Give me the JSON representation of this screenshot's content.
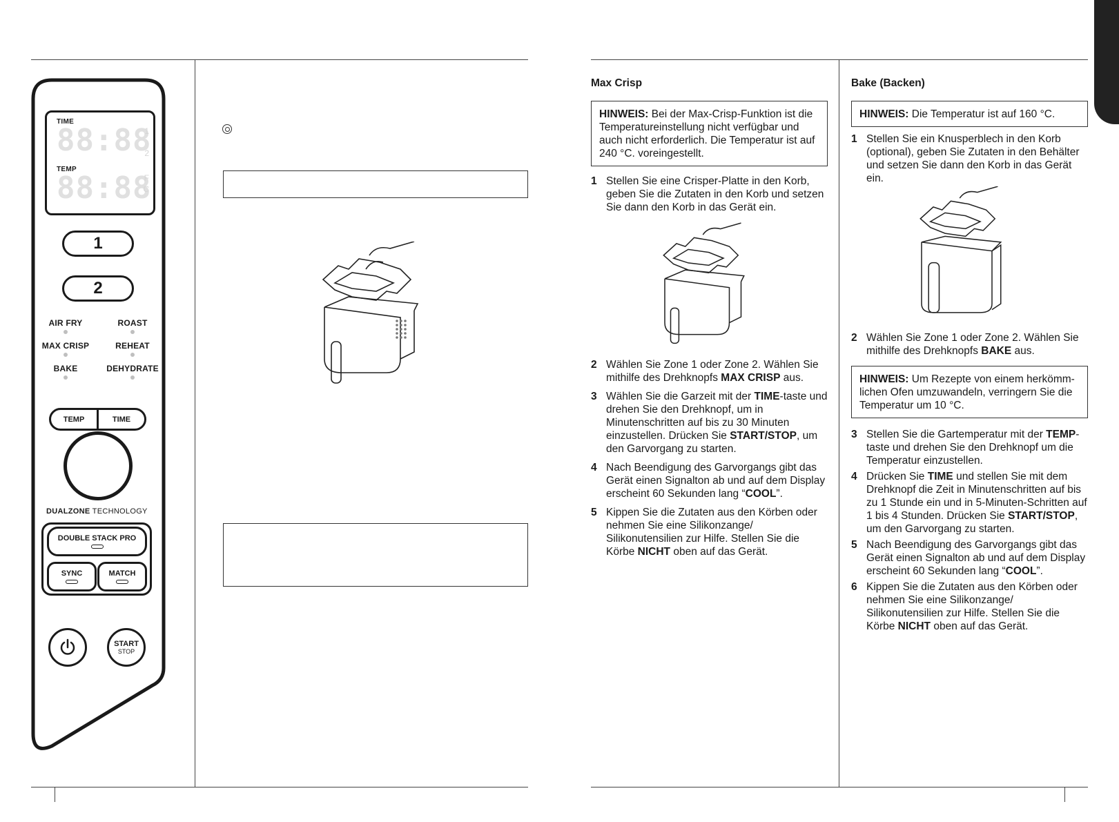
{
  "panel": {
    "time_label": "TIME",
    "temp_label": "TEMP",
    "digits": "88:88",
    "time_side": [
      "1",
      "2"
    ],
    "temp_side": [
      "F",
      "C"
    ],
    "zone1": "1",
    "zone2": "2",
    "functions": {
      "air_fry": "AIR FRY",
      "roast": "ROAST",
      "max_crisp": "MAX CRISP",
      "reheat": "REHEAT",
      "bake": "BAKE",
      "dehydrate": "DEHYDRATE"
    },
    "temp_button": "TEMP",
    "time_button": "TIME",
    "tech_brand": "DUALZONE",
    "tech_word": " TECHNOLOGY",
    "double_stack": "DOUBLE STACK PRO",
    "sync": "SYNC",
    "match": "MATCH",
    "start": "START",
    "stop": "STOP"
  },
  "max_crisp": {
    "heading": "Max Crisp",
    "note_label": "HINWEIS:",
    "note_text": " Bei der Max-Crisp-Funktion ist die Temperatureinstellung nicht verfügbar und auch nicht erforderlich. Die Temperatur ist auf 240 °C. voreingestellt.",
    "step1": "Stellen Sie eine Crisper-Platte in den Korb, geben Sie die Zutaten in den Korb und setzen Sie dann den Korb in das Gerät ein.",
    "step2_a": "Wählen Sie Zone 1 oder Zone 2. Wählen Sie mithilfe des Drehknopfs ",
    "step2_b": "MAX CRISP",
    "step2_c": " aus.",
    "step3_a": "Wählen Sie die Garzeit mit der ",
    "step3_b": "TIME",
    "step3_c": "-taste und drehen Sie den Drehknopf, um in Minutenschritten auf bis zu 30 Minuten einzustellen. Drücken Sie ",
    "step3_d": "START/STOP",
    "step3_e": ", um den Garvorgang zu starten.",
    "step4_a": "Nach Beendigung des Garvorgangs gibt das Gerät einen Signalton ab und auf dem Display erscheint 60 Sekunden lang “",
    "step4_b": "COOL",
    "step4_c": "”.",
    "step5_a": "Kippen Sie die Zutaten aus den Körben oder nehmen Sie eine Silikonzange/ Silikonutensilien zur Hilfe. Stellen Sie die Körbe ",
    "step5_b": "NICHT",
    "step5_c": " oben auf das Gerät."
  },
  "bake": {
    "heading": "Bake (Backen)",
    "note1_label": "HINWEIS:",
    "note1_text": " Die Temperatur ist auf 160 °C.",
    "step1": "Stellen Sie ein Knusperblech in den Korb (optional), geben Sie Zutaten in den Behälter und setzen Sie dann den Korb in das Gerät ein.",
    "step2_a": "Wählen Sie Zone 1 oder Zone 2. Wählen Sie mithilfe des Drehknopfs ",
    "step2_b": "BAKE",
    "step2_c": " aus.",
    "note2_label": "HINWEIS:",
    "note2_text": " Um Rezepte von einem herkömm-lichen Ofen umzuwandeln, verringern Sie die Temperatur um 10 °C.",
    "step3_a": "Stellen Sie die Gartemperatur mit der ",
    "step3_b": "TEMP",
    "step3_c": "-taste und drehen Sie den Drehknopf um die Temperatur einzustellen.",
    "step4_a": "Drücken Sie ",
    "step4_b": "TIME",
    "step4_c": " und stellen Sie mit dem Drehknopf die Zeit in Minutenschritten auf bis zu 1 Stunde ein und in 5-Minuten-Schritten auf 1 bis 4 Stunden. Drücken Sie ",
    "step4_d": "START/STOP",
    "step4_e": ", um den Garvorgang zu starten.",
    "step5_a": "Nach Beendigung des Garvorgangs gibt das Gerät einen Signalton ab und auf dem Display erscheint 60 Sekunden lang “",
    "step5_b": "COOL",
    "step5_c": "”.",
    "step6_a": "Kippen Sie die Zutaten aus den Körben oder nehmen Sie eine Silikonzange/ Silikonutensilien zur Hilfe. Stellen Sie die Körbe ",
    "step6_b": "NICHT",
    "step6_c": " oben auf das Gerät."
  },
  "step_numbers": [
    "1",
    "2",
    "3",
    "4",
    "5",
    "6"
  ],
  "colors": {
    "text": "#1a1a1a",
    "rule": "#444444",
    "display_ghost": "#e0e0e0"
  }
}
